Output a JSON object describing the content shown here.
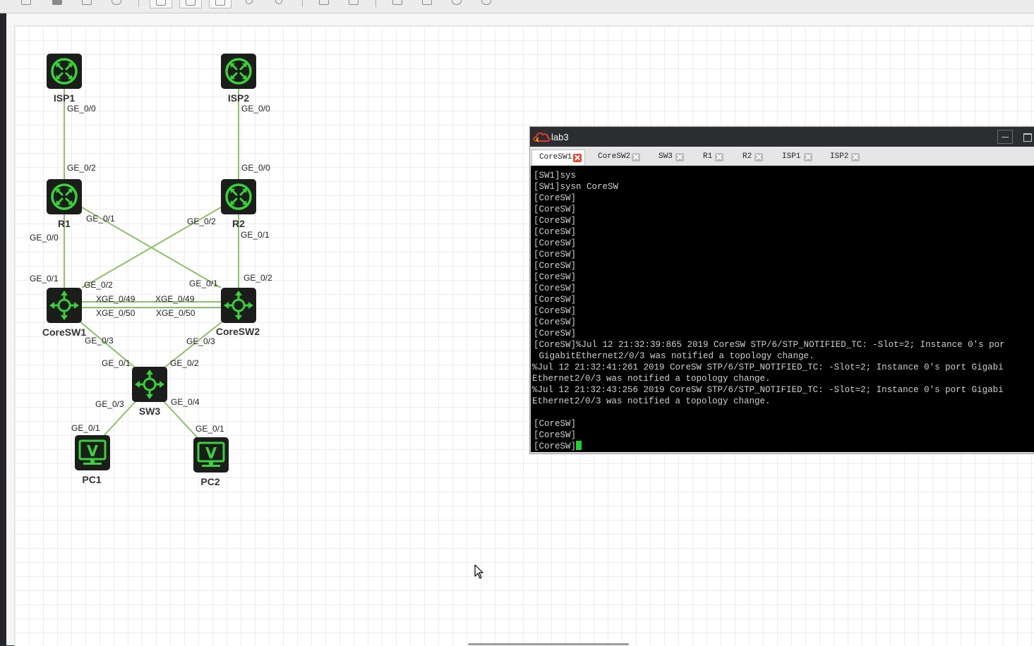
{
  "window": {
    "title": "lab3",
    "tabs": [
      {
        "label": "CoreSW1",
        "active": true
      },
      {
        "label": "CoreSW2",
        "active": false
      },
      {
        "label": "SW3",
        "active": false
      },
      {
        "label": "R1",
        "active": false
      },
      {
        "label": "R2",
        "active": false
      },
      {
        "label": "ISP1",
        "active": false
      },
      {
        "label": "ISP2",
        "active": false
      }
    ]
  },
  "terminal": {
    "lines": [
      "[SW1]sys",
      "[SW1]sysn CoreSW",
      "[CoreSW]",
      "[CoreSW]",
      "[CoreSW]",
      "[CoreSW]",
      "[CoreSW]",
      "[CoreSW]",
      "[CoreSW]",
      "[CoreSW]",
      "[CoreSW]",
      "[CoreSW]",
      "[CoreSW]",
      "[CoreSW]",
      "[CoreSW]",
      "[CoreSW]%Jul 12 21:32:39:865 2019 CoreSW STP/6/STP_NOTIFIED_TC: -Slot=2; Instance 0's por",
      " GigabitEthernet2/0/3 was notified a topology change.",
      "%Jul 12 21:32:41:261 2019 CoreSW STP/6/STP_NOTIFIED_TC: -Slot=2; Instance 0's port Gigabi",
      "Ethernet2/0/3 was notified a topology change.",
      "%Jul 12 21:32:43:256 2019 CoreSW STP/6/STP_NOTIFIED_TC: -Slot=2; Instance 0's port Gigabi",
      "Ethernet2/0/3 was notified a topology change.",
      "",
      "[CoreSW]",
      "[CoreSW]",
      "[CoreSW]"
    ],
    "cursor_color": "#23d12e"
  },
  "topology": {
    "nodes": {
      "isp1": {
        "label": "ISP1",
        "type": "router"
      },
      "isp2": {
        "label": "ISP2",
        "type": "router"
      },
      "r1": {
        "label": "R1",
        "type": "router"
      },
      "r2": {
        "label": "R2",
        "type": "router"
      },
      "coresw1": {
        "label": "CoreSW1",
        "type": "switch"
      },
      "coresw2": {
        "label": "CoreSW2",
        "type": "switch"
      },
      "sw3": {
        "label": "SW3",
        "type": "switch"
      },
      "pc1": {
        "label": "PC1",
        "type": "pc"
      },
      "pc2": {
        "label": "PC2",
        "type": "pc"
      }
    },
    "ports": {
      "isp1_ge00": "GE_0/0",
      "isp2_ge00": "GE_0/0",
      "r1_ge02": "GE_0/2",
      "r2_ge00_top": "GE_0/0",
      "r1_ge01": "GE_0/1",
      "r2_ge02": "GE_0/2",
      "r1_ge00": "GE_0/0",
      "r2_ge01": "GE_0/1",
      "cs1_ge01": "GE_0/1",
      "cs1_ge02": "GE_0/2",
      "cs2_ge01": "GE_0/1",
      "cs2_ge02": "GE_0/2",
      "cs1_xge049": "XGE_0/49",
      "cs1_xge050": "XGE_0/50",
      "cs2_xge049": "XGE_0/49",
      "cs2_xge050": "XGE_0/50",
      "cs1_ge03": "GE_0/3",
      "cs2_ge03": "GE_0/3",
      "sw3_ge01": "GE_0/1",
      "sw3_ge02": "GE_0/2",
      "sw3_ge03": "GE_0/3",
      "sw3_ge04": "GE_0/4",
      "pc1_ge01": "GE_0/1",
      "pc2_ge01": "GE_0/1"
    },
    "link_color": "#8dc06a",
    "device_color": "#3bd13b",
    "device_bg": "#1a1d1a"
  }
}
